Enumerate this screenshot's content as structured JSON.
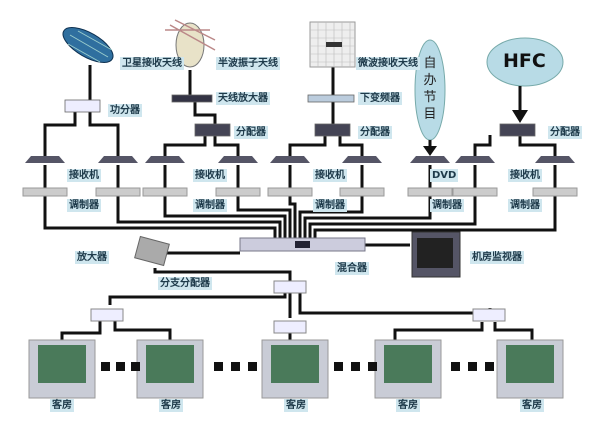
{
  "sources": {
    "satellite": "卫星接收天线",
    "dipole": "半波振子天线",
    "microwave": "微波接收天线",
    "self_program": "自办节目",
    "hfc": "HFC"
  },
  "devices": {
    "power_splitter": "功分器",
    "antenna_amp": "天线放大器",
    "downconverter": "下变频器",
    "distributor": "分配器",
    "receiver": "接收机",
    "dvd": "DVD",
    "modulator": "调制器",
    "amplifier": "放大器",
    "mixer": "混合器",
    "monitor": "机房监视器",
    "branch_distributor": "分支分配器",
    "room": "客房"
  },
  "colors": {
    "label_bg": "#cfe6ee",
    "ellipse": "#b8dbe6",
    "cable": "#111111"
  }
}
